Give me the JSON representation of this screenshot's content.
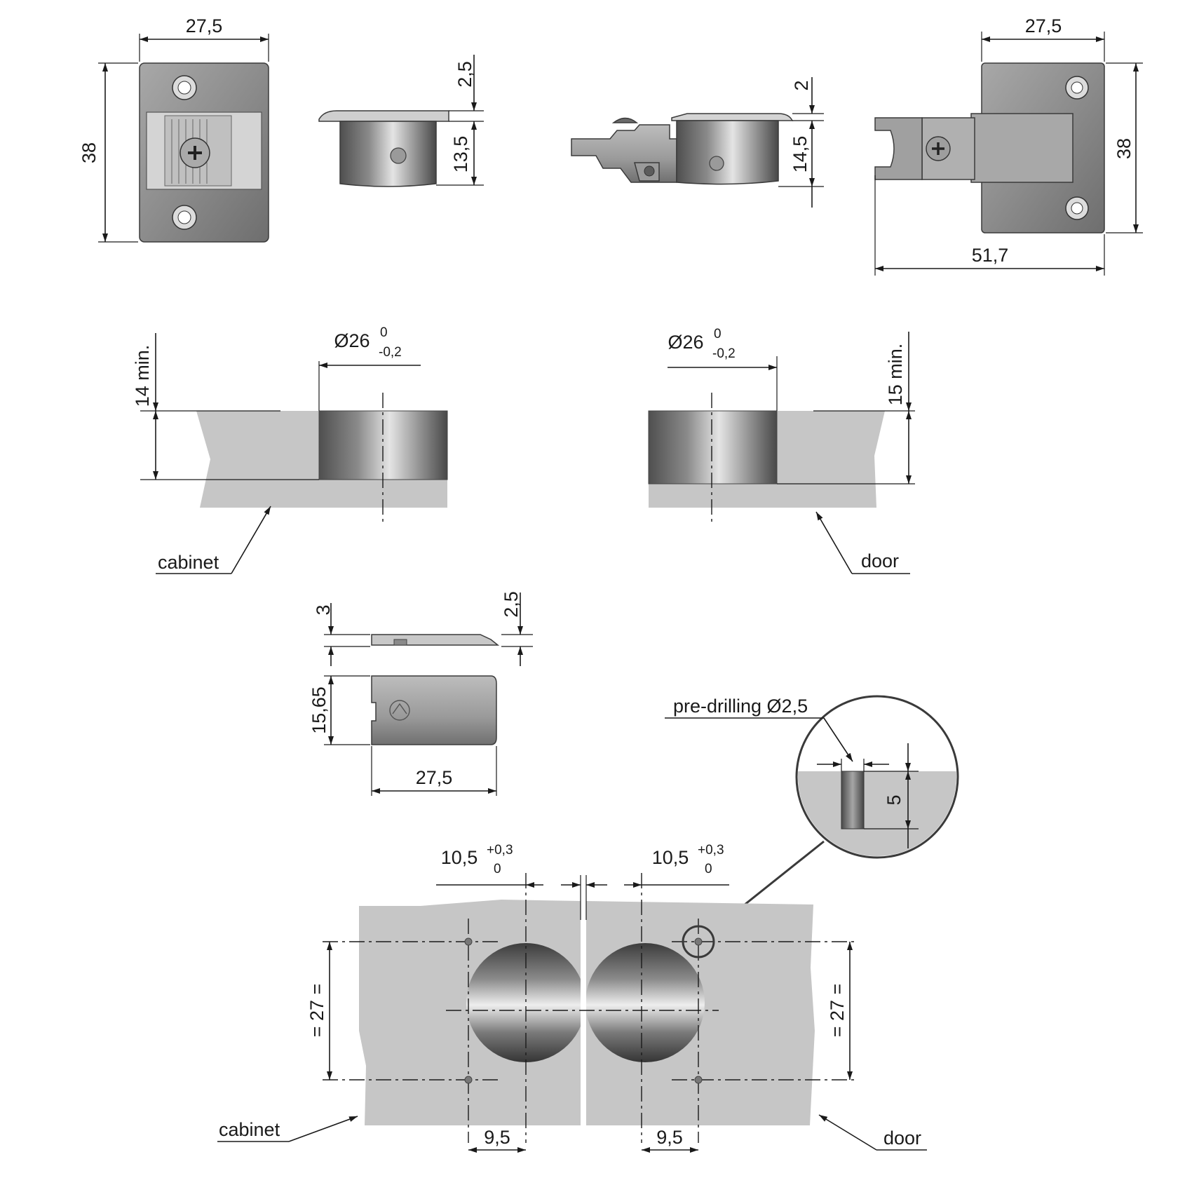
{
  "dims": {
    "top_width_left": "27,5",
    "top_height_left": "38",
    "side_top_left": "2,5",
    "side_body_left": "13,5",
    "side_top_right": "2",
    "side_body_right": "14,5",
    "top_width_right": "27,5",
    "top_height_right": "38",
    "total_length_right": "51,7",
    "bore_diameter": "Ø26",
    "bore_tol_upper": "0",
    "bore_tol_lower": "-0,2",
    "min_thickness_cabinet": "14 min.",
    "min_thickness_door": "15 min.",
    "plate_thickness": "3",
    "plate_offset": "2,5",
    "plate_depth": "15,65",
    "plate_width": "27,5",
    "predrill_label": "pre-drilling Ø2,5",
    "predrill_depth": "5",
    "edge_distance": "10,5",
    "edge_tol_upper": "+0,3",
    "edge_tol_lower": "0",
    "hole_spacing": "= 27 =",
    "hole_offset": "9,5"
  },
  "labels": {
    "cabinet": "cabinet",
    "door": "door"
  },
  "colors": {
    "board": "#c6c6c6",
    "metal_dark": "#4a4a4a",
    "metal_light": "#e2e2e2",
    "line": "#1a1a1a"
  }
}
